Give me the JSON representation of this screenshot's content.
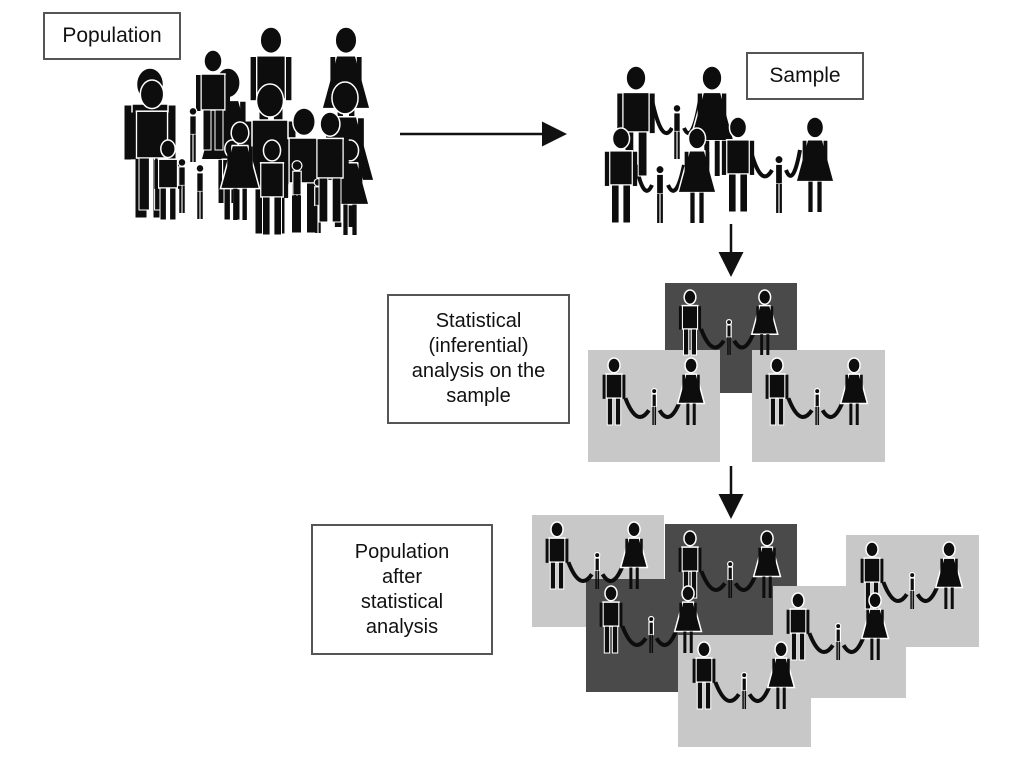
{
  "labels": {
    "population": "Population",
    "sample": "Sample",
    "analysis": "Statistical\n(inferential)\nanalysis on the\nsample",
    "after": "Population\nafter\nstatistical\nanalysis"
  },
  "colors": {
    "figure": "#0d0d0d",
    "panel_light": "#c8c8c8",
    "panel_dark": "#4a4a4a",
    "box_border": "#555555",
    "arrow": "#111111"
  },
  "icons": [
    "person-man-icon",
    "person-woman-icon",
    "person-child-icon",
    "arrow-right-icon",
    "arrow-down-icon"
  ]
}
